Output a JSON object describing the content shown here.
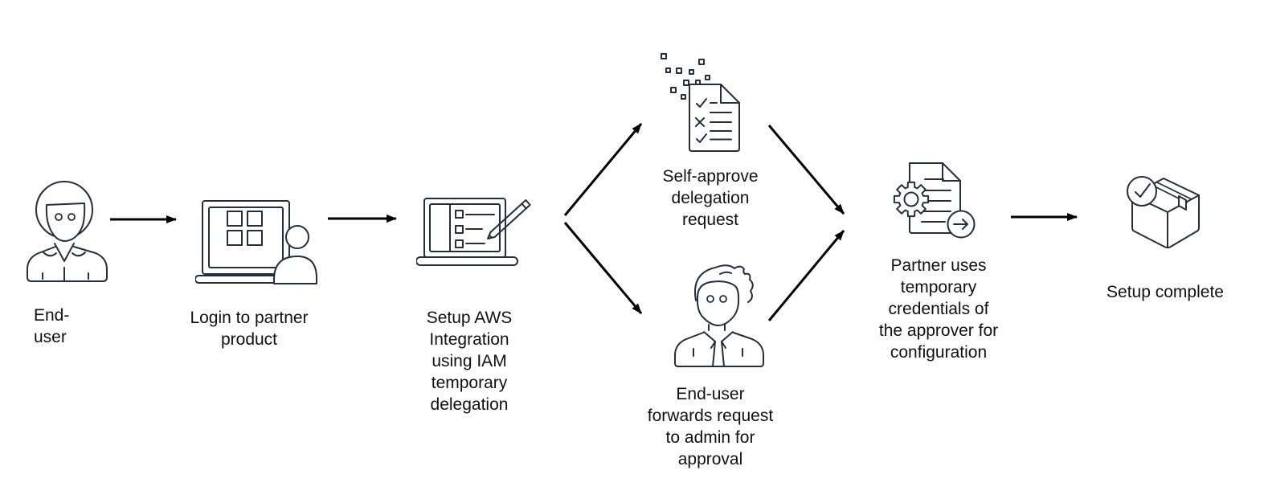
{
  "background": "#ffffff",
  "colors": {
    "icon_stroke": "#232f3e",
    "arrow": "#000000",
    "text": "#111111"
  },
  "diagram": {
    "type": "flowchart",
    "nodes": [
      {
        "id": "end-user",
        "icon": "user-icon",
        "label": "End-\nuser"
      },
      {
        "id": "login-partner",
        "icon": "laptop-user-icon",
        "label": "Login to partner\nproduct"
      },
      {
        "id": "setup-integration",
        "icon": "laptop-checklist-pencil-icon",
        "label": "Setup AWS\nIntegration\nusing IAM\ntemporary\ndelegation"
      },
      {
        "id": "self-approve",
        "icon": "automated-checklist-document-icon",
        "label": "Self-approve\ndelegation\nrequest"
      },
      {
        "id": "forward-admin",
        "icon": "admin-user-icon",
        "label": "End-user\nforwards request\nto admin for\napproval"
      },
      {
        "id": "partner-credentials",
        "icon": "document-gear-export-icon",
        "label": "Partner uses\ntemporary\ncredentials of\nthe approver for\nconfiguration"
      },
      {
        "id": "setup-complete",
        "icon": "package-check-icon",
        "label": "Setup complete"
      }
    ],
    "edges": [
      {
        "from": "end-user",
        "to": "login-partner"
      },
      {
        "from": "login-partner",
        "to": "setup-integration"
      },
      {
        "from": "setup-integration",
        "to": "self-approve"
      },
      {
        "from": "setup-integration",
        "to": "forward-admin"
      },
      {
        "from": "self-approve",
        "to": "partner-credentials"
      },
      {
        "from": "forward-admin",
        "to": "partner-credentials"
      },
      {
        "from": "partner-credentials",
        "to": "setup-complete"
      }
    ]
  }
}
